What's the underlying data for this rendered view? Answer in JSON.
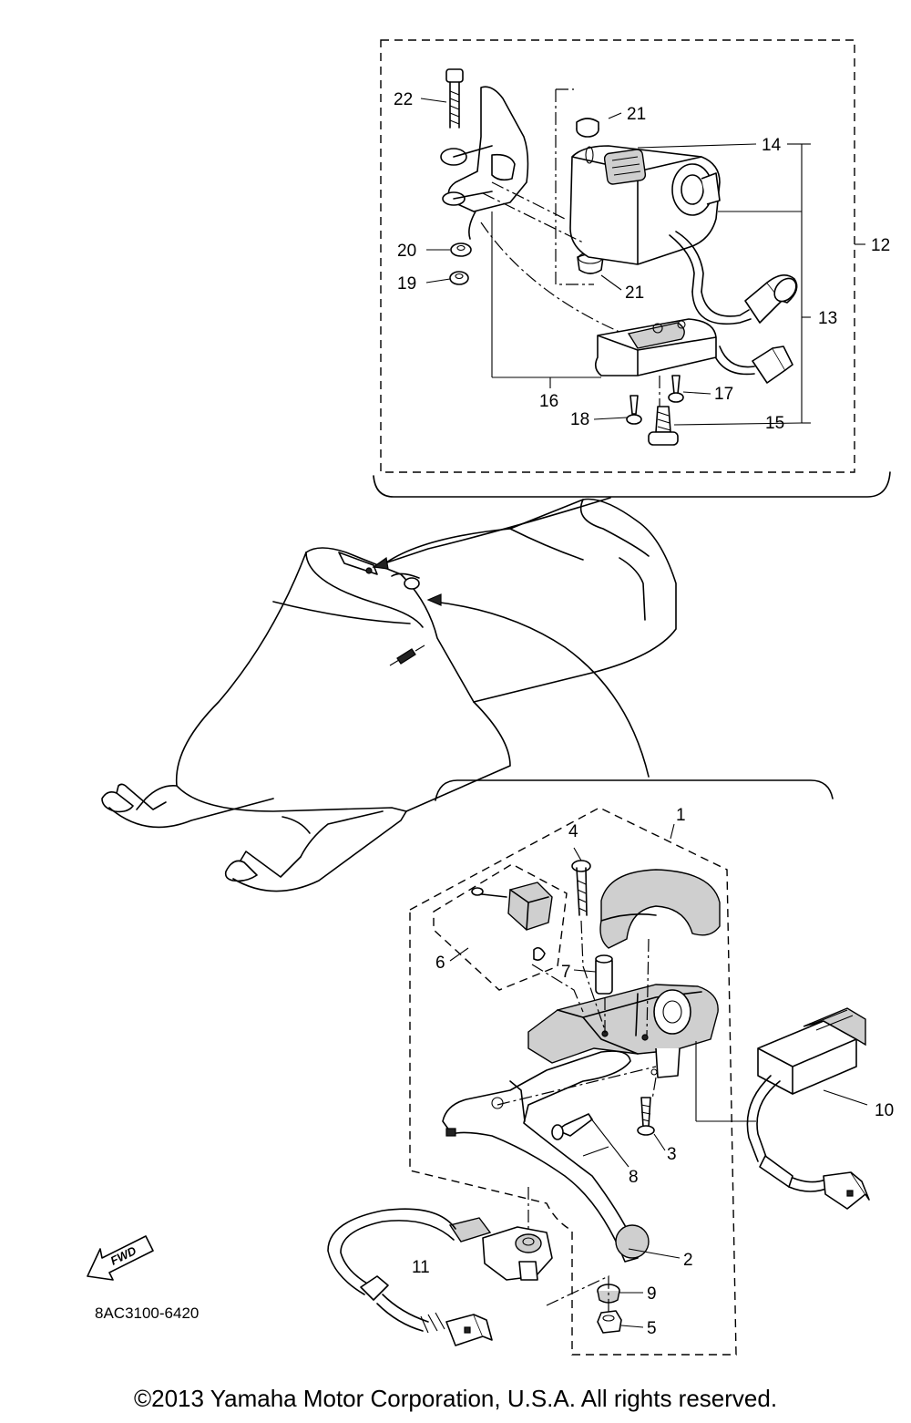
{
  "callouts": {
    "c1": "1",
    "c2": "2",
    "c3": "3",
    "c4": "4",
    "c5": "5",
    "c6": "6",
    "c7": "7",
    "c8": "8",
    "c9": "9",
    "c10": "10",
    "c11": "11",
    "c12": "12",
    "c13": "13",
    "c14": "14",
    "c15": "15",
    "c16": "16",
    "c17": "17",
    "c18": "18",
    "c19": "19",
    "c20": "20",
    "c21a": "21",
    "c21b": "21",
    "c22": "22"
  },
  "fwd_label": "FWD",
  "diagram_code": "8AC3100-6420",
  "copyright": "©2013 Yamaha Motor Corporation, U.S.A. All rights reserved."
}
